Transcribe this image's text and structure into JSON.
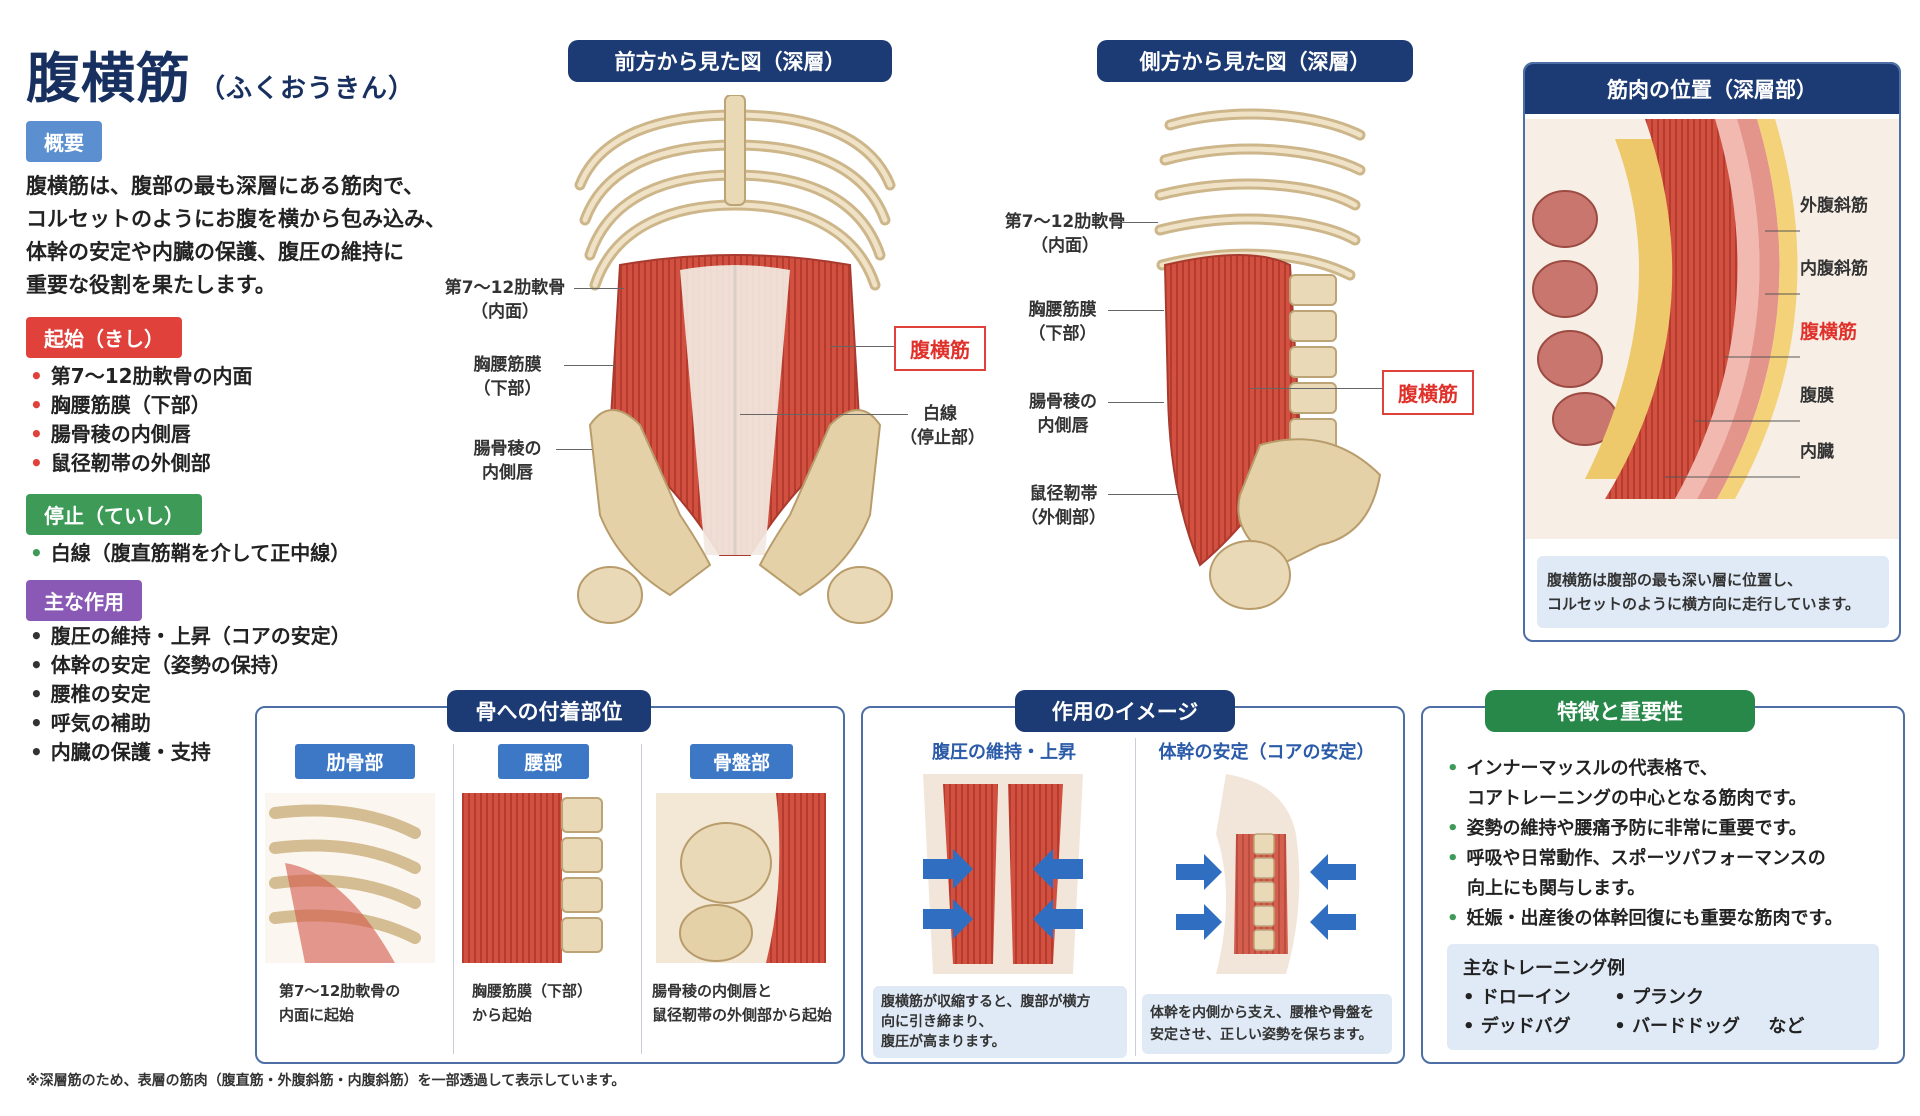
{
  "title": {
    "main": "腹横筋",
    "reading": "（ふくおうきん）"
  },
  "overview": {
    "tag": "概要",
    "lines": [
      "腹横筋は、腹部の最も深層にある筋肉で、",
      "コルセットのようにお腹を横から包み込み、",
      "体幹の安定や内臓の保護、腹圧の維持に",
      "重要な役割を果たします。"
    ]
  },
  "origin": {
    "tag": "起始（きし）",
    "items": [
      "第7〜12肋軟骨の内面",
      "胸腰筋膜（下部）",
      "腸骨稜の内側唇",
      "鼠径靭帯の外側部"
    ]
  },
  "insertion": {
    "tag": "停止（ていし）",
    "items": [
      "白線（腹直筋鞘を介して正中線）"
    ]
  },
  "actions": {
    "tag": "主な作用",
    "items": [
      "腹圧の維持・上昇（コアの安定）",
      "体幹の安定（姿勢の保持）",
      "腰椎の安定",
      "呼気の補助",
      "内臓の保護・支持"
    ]
  },
  "front_view": {
    "header": "前方から見た図（深層）",
    "labels": {
      "cartilage": [
        "第7〜12肋軟骨",
        "（内面）"
      ],
      "fascia": [
        "胸腰筋膜",
        "（下部）"
      ],
      "iliac": [
        "腸骨稜の",
        "内側唇"
      ],
      "muscle": "腹横筋",
      "linea": [
        "白線",
        "（停止部）"
      ]
    }
  },
  "side_view": {
    "header": "側方から見た図（深層）",
    "labels": {
      "cartilage": [
        "第7〜12肋軟骨",
        "（内面）"
      ],
      "fascia": [
        "胸腰筋膜",
        "（下部）"
      ],
      "iliac": [
        "腸骨稜の",
        "内側唇"
      ],
      "ligament": [
        "鼠径靭帯",
        "（外側部）"
      ],
      "muscle": "腹横筋"
    }
  },
  "position": {
    "header": "筋肉の位置（深層部）",
    "layers": [
      "外腹斜筋",
      "内腹斜筋",
      "腹横筋",
      "腹膜",
      "内臓"
    ],
    "note": [
      "腹横筋は腹部の最も深い層に位置し、",
      "コルセットのように横方向に走行しています。"
    ]
  },
  "attachments": {
    "header": "骨への付着部位",
    "cols": [
      {
        "tag": "肋骨部",
        "caption": [
          "第7〜12肋軟骨の",
          "内面に起始"
        ]
      },
      {
        "tag": "腰部",
        "caption": [
          "胸腰筋膜（下部）",
          "から起始"
        ]
      },
      {
        "tag": "骨盤部",
        "caption": [
          "腸骨稜の内側唇と",
          "鼠径靭帯の外側部から起始"
        ]
      }
    ]
  },
  "action_image": {
    "header": "作用のイメージ",
    "left": {
      "title": "腹圧の維持・上昇",
      "note": [
        "腹横筋が収縮すると、腹部が横方",
        "向に引き締まり、",
        "腹圧が高まります。"
      ]
    },
    "right": {
      "title": "体幹の安定（コアの安定）",
      "note": [
        "体幹を内側から支え、腰椎や骨盤を",
        "安定させ、正しい姿勢を保ちます。"
      ]
    }
  },
  "features": {
    "header": "特徴と重要性",
    "items": [
      [
        "インナーマッスルの代表格で、",
        "コアトレーニングの中心となる筋肉です。"
      ],
      [
        "姿勢の維持や腰痛予防に非常に重要です。"
      ],
      [
        "呼吸や日常動作、スポーツパフォーマンスの",
        "向上にも関与します。"
      ],
      [
        "妊娠・出産後の体幹回復にも重要な筋肉です。"
      ]
    ],
    "training": {
      "title": "主なトレーニング例",
      "row1": [
        "ドローイン",
        "プランク"
      ],
      "row2": [
        "デッドバグ",
        "バードドッグ"
      ],
      "etc": "など"
    }
  },
  "footnote": "※深層筋のため、表層の筋肉（腹直筋・外腹斜筋・内腹斜筋）を一部透過して表示しています。",
  "colors": {
    "navy": "#1c3a73",
    "red": "#e0413a",
    "green": "#3d9a57",
    "purple": "#8a58b5",
    "blue": "#5b8fd0"
  }
}
